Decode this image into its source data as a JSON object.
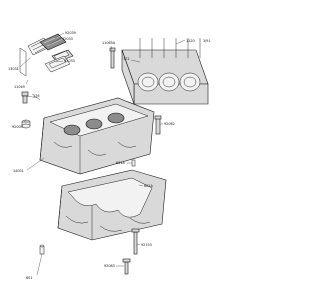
{
  "diagram": {
    "page_code": "3/91",
    "labels": {
      "92039": "92039",
      "92033": "92033",
      "13031": "13031",
      "11049": "11049",
      "176": "176",
      "92009": "92009",
      "14001": "14001",
      "11065A": "11065A",
      "1120": "1120",
      "172": "172",
      "92062": "92062",
      "601A_upper": "601A",
      "601A_lower": "601A",
      "92153": "92153",
      "92083": "92083",
      "601": "601"
    }
  }
}
